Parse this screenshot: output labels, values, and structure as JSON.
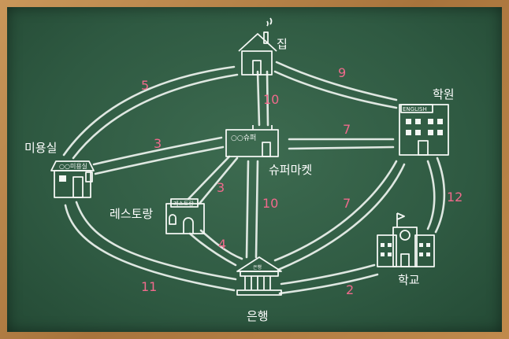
{
  "places": {
    "home": "집",
    "salon": "미용실",
    "supermarket": "슈퍼마켓",
    "academy": "학원",
    "restaurant": "레스토랑",
    "school": "학교",
    "bank": "은행"
  },
  "signs": {
    "salon": "○○미용실",
    "supermarket": "○○슈퍼",
    "academy": "ENGLISH",
    "restaurant": "레스토랑",
    "bank": "은행"
  },
  "distances": {
    "home_salon": "5",
    "home_academy": "9",
    "home_supermarket": "10",
    "salon_supermarket": "3",
    "supermarket_academy": "7",
    "supermarket_restaurant": "3",
    "supermarket_bank": "10",
    "academy_bank": "7",
    "academy_school": "12",
    "restaurant_bank": "4",
    "salon_bank": "11",
    "school_bank": "2"
  },
  "colors": {
    "board": "#2f5a42",
    "frame": "#b8864a",
    "chalk": "#ffffff",
    "distance": "#f06a8c"
  }
}
